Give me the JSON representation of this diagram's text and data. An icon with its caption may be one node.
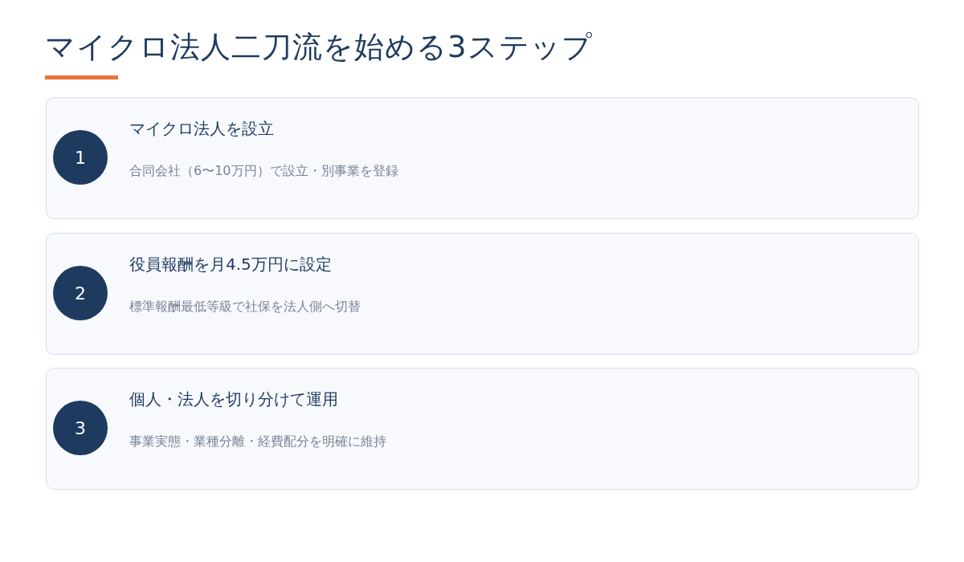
{
  "diagram": {
    "title": "マイクロ法人二刀流を始める3ステップ",
    "nodes": [
      {
        "text": [
          "マイクロ法人を設立",
          "合同会社（6〜10万円）で設立・別事業を登録"
        ]
      },
      {
        "text": [
          "1"
        ],
        "in": 0
      },
      {
        "text": [
          "役員報酬を月4.5万円に設定",
          "標準報酬最低等級で社保を法人側へ切替"
        ]
      },
      {
        "text": [
          "2"
        ],
        "in": 2
      },
      {
        "text": [
          "個人・法人を切り分けて運用",
          "事業実態・業種分離・経費配分を明確に維持"
        ]
      },
      {
        "text": [
          "3"
        ],
        "in": 4
      }
    ]
  }
}
